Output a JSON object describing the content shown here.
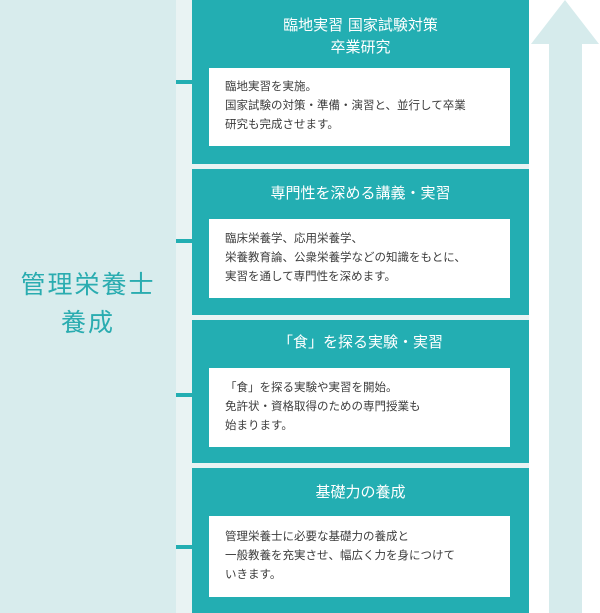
{
  "left": {
    "title": "管理栄養士\n養成"
  },
  "stages": [
    {
      "title": "臨地実習 国家試験対策\n卒業研究",
      "description": "臨地実習を実施。\n国家試験の対策・準備・演習と、並行して卒業\n研究も完成させます。"
    },
    {
      "title": "専門性を深める講義・実習",
      "description": "臨床栄養学、応用栄養学、\n栄養教育論、公衆栄養学などの知識をもとに、\n実習を通して専門性を深めます。"
    },
    {
      "title": "「食」を探る実験・実習",
      "description": "「食」を探る実験や実習を開始。\n免許状・資格取得のための専門授業も\n始まります。"
    },
    {
      "title": "基礎力の養成",
      "description": "管理栄養士に必要な基礎力の養成と\n一般教養を充実させ、幅広く力を身につけて\nいきます。"
    }
  ],
  "colors": {
    "teal": "#23aeb2",
    "left_bg": "#d8eced",
    "arrow": "#d6ebec"
  }
}
